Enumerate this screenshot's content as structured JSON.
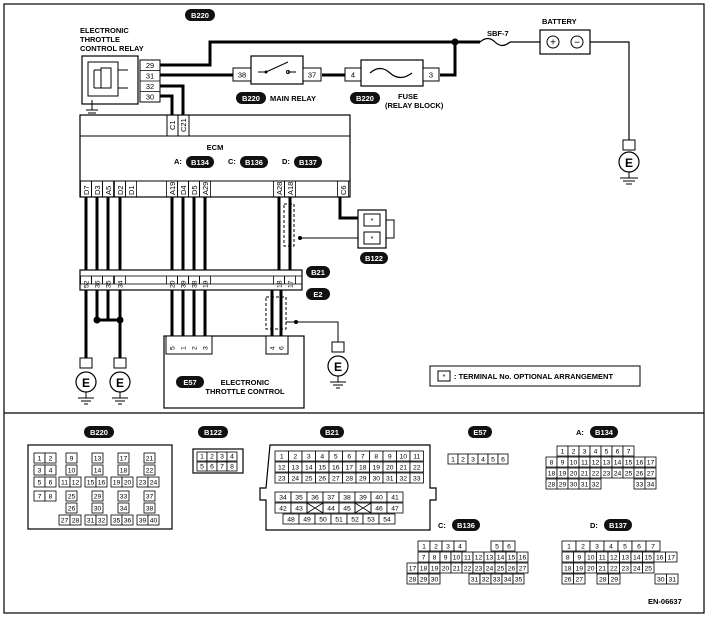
{
  "labels": {
    "etc_relay": [
      "ELECTRONIC",
      "THROTTLE",
      "CONTROL RELAY"
    ],
    "battery": "BATTERY",
    "sbf": "SBF-7",
    "main_relay": "MAIN RELAY",
    "fuse": [
      "FUSE",
      "(RELAY BLOCK)"
    ],
    "ecm": "ECM",
    "etc": [
      "ELECTRONIC",
      "THROTTLE CONTROL"
    ],
    "note": ": TERMINAL No. OPTIONAL ARRANGEMENT",
    "ground": "E",
    "star": "*",
    "plus": "+",
    "minus": "−",
    "doc_id": "EN-06637"
  },
  "codes": {
    "b220": "B220",
    "b122": "B122",
    "b21": "B21",
    "e2": "E2",
    "e57": "E57",
    "b134": "B134",
    "b136": "B136",
    "b137": "B137"
  },
  "ecm_connectors": {
    "a": "A:",
    "c": "C:",
    "d": "D:"
  },
  "relay_pins": [
    "29",
    "31",
    "32",
    "30"
  ],
  "main_relay_pins": [
    "38",
    "37"
  ],
  "fuse_pins": [
    "4",
    "3"
  ],
  "ecm_top_pins": [
    "C1",
    "C21"
  ],
  "ecm_bottom_pins": [
    "D7",
    "D3",
    "A5",
    "D2",
    "D1",
    "A19",
    "D4",
    "D5",
    "A29",
    "A28",
    "A18",
    "C6"
  ],
  "b21_pins": [
    "52",
    "36",
    "35",
    "34",
    "20",
    "39",
    "38",
    "19",
    "18",
    "17"
  ],
  "etc_pins": [
    "5",
    "1",
    "2",
    "3",
    "4",
    "6"
  ],
  "catalog": {
    "b220": [
      [
        "1",
        "2",
        "9",
        "13",
        "17",
        "21"
      ],
      [
        "3",
        "4",
        "10",
        "14",
        "18",
        "22"
      ],
      [
        "5",
        "6",
        "11",
        "12",
        "15",
        "16",
        "19",
        "20",
        "23",
        "24"
      ],
      [
        "7",
        "8",
        "25",
        "29",
        "33",
        "37"
      ],
      [
        "26",
        "30",
        "34",
        "38"
      ],
      [
        "27",
        "28",
        "31",
        "32",
        "35",
        "36",
        "39",
        "40"
      ]
    ],
    "b122": [
      [
        "1",
        "2",
        "3",
        "4"
      ],
      [
        "5",
        "6",
        "7",
        "8"
      ]
    ],
    "b21": [
      [
        "1",
        "2",
        "3",
        "4",
        "5",
        "6",
        "7",
        "8",
        "9",
        "10",
        "11"
      ],
      [
        "12",
        "13",
        "14",
        "15",
        "16",
        "17",
        "18",
        "19",
        "20",
        "21",
        "22"
      ],
      [
        "23",
        "24",
        "25",
        "26",
        "27",
        "28",
        "29",
        "30",
        "31",
        "32",
        "33"
      ],
      [
        "34",
        "35",
        "36",
        "37",
        "38",
        "39",
        "40",
        "41"
      ],
      [
        "42",
        "43",
        "44",
        "45",
        "46",
        "47"
      ],
      [
        "48",
        "49",
        "50",
        "51",
        "52",
        "53",
        "54"
      ]
    ],
    "e57": [
      "1",
      "2",
      "3",
      "4",
      "5",
      "6"
    ],
    "b134": [
      [
        "1",
        "2",
        "3",
        "4",
        "5",
        "6",
        "7"
      ],
      [
        "8",
        "9",
        "10",
        "11",
        "12",
        "13",
        "14",
        "15",
        "16",
        "17"
      ],
      [
        "18",
        "19",
        "20",
        "21",
        "22",
        "23",
        "24",
        "25",
        "26",
        "27"
      ],
      [
        "28",
        "29",
        "30",
        "31",
        "32",
        "33",
        "34"
      ]
    ],
    "b136": [
      [
        "1",
        "2",
        "3",
        "4",
        "5",
        "6"
      ],
      [
        "7",
        "8",
        "9",
        "10",
        "11",
        "12",
        "13",
        "14",
        "15",
        "16"
      ],
      [
        "17",
        "18",
        "19",
        "20",
        "21",
        "22",
        "23",
        "24",
        "25",
        "26",
        "27"
      ],
      [
        "28",
        "29",
        "30",
        "31",
        "32",
        "33",
        "34",
        "35"
      ]
    ],
    "b137": [
      [
        "1",
        "2",
        "3",
        "4",
        "5",
        "6",
        "7"
      ],
      [
        "8",
        "9",
        "10",
        "11",
        "12",
        "13",
        "14",
        "15",
        "16",
        "17"
      ],
      [
        "18",
        "19",
        "20",
        "21",
        "22",
        "23",
        "24",
        "25"
      ],
      [
        "26",
        "27",
        "28",
        "29",
        "30",
        "31"
      ]
    ]
  }
}
